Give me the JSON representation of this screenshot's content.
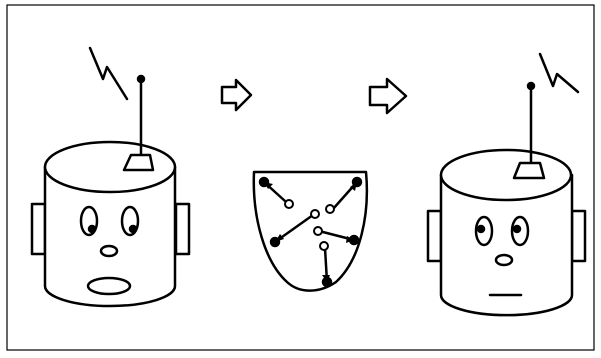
{
  "figure": {
    "description_items": [
      "robot-head-left",
      "arrow-1",
      "face-mask-diagram",
      "arrow-2",
      "robot-head-right"
    ],
    "colors": {
      "stroke": "#000000",
      "background": "#ffffff",
      "fill": "#ffffff"
    },
    "icons": {
      "lightning": "lightning-bolt-icon",
      "arrow": "right-arrow-icon",
      "antenna": "antenna-icon"
    },
    "expressions": {
      "left_head": "surprised",
      "right_head": "neutral"
    }
  }
}
